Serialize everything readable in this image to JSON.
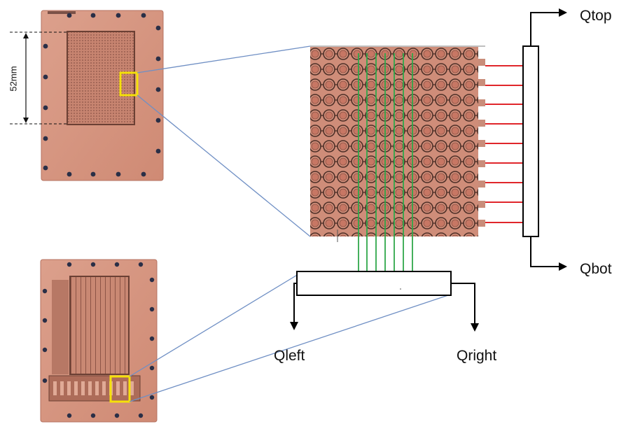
{
  "labels": {
    "dimension": "52mm",
    "out_top": "Qtop",
    "out_bottom": "Qbot",
    "out_left": "Qleft",
    "out_right": "Qright"
  },
  "colors": {
    "board_copper": "#d69a86",
    "board_edge": "#c2806c",
    "pad_fill": "#c97a66",
    "trace_dark": "#5a3a30",
    "zoom_line": "#6f8fc4",
    "highlight": "#f5e10a",
    "strip_green": "#2fa84a",
    "strip_red": "#e0262b",
    "line_black": "#000000"
  },
  "icons": {
    "arrow": "arrow-head-icon",
    "mount_hole": "mount-hole-icon"
  }
}
